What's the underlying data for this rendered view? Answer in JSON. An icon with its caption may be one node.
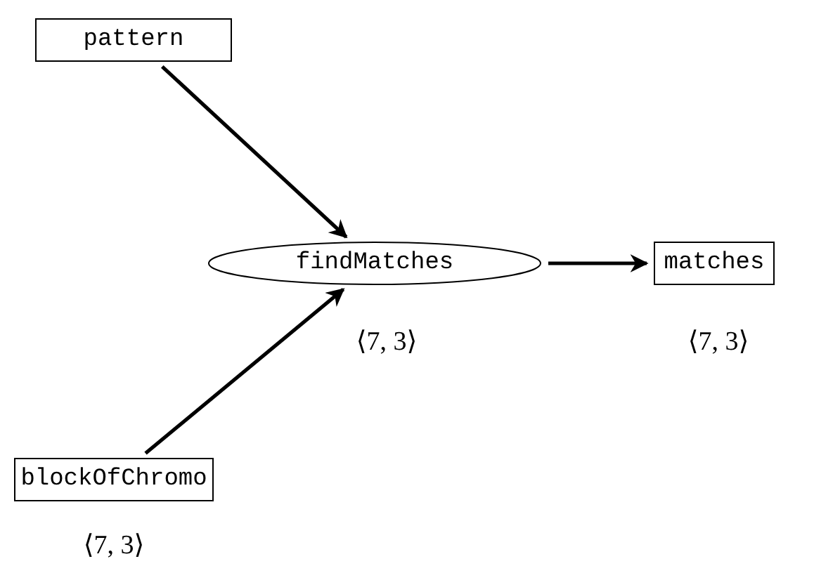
{
  "diagram": {
    "nodes": [
      {
        "text": [
          "pattern"
        ]
      },
      {
        "text": [
          "findMatches"
        ],
        "beside": [
          "⟨7, 3⟩"
        ]
      },
      {
        "text": [
          "matches"
        ],
        "beside": [
          "⟨7, 3⟩"
        ]
      },
      {
        "text": [
          "blockOfChromo"
        ],
        "beside": [
          "⟨7, 3⟩"
        ]
      }
    ],
    "edges": [
      {
        "from": 0,
        "to": 1,
        "arrow": "to"
      },
      {
        "from": 3,
        "to": 1,
        "arrow": "to"
      },
      {
        "from": 1,
        "to": 2,
        "arrow": "to"
      }
    ]
  }
}
